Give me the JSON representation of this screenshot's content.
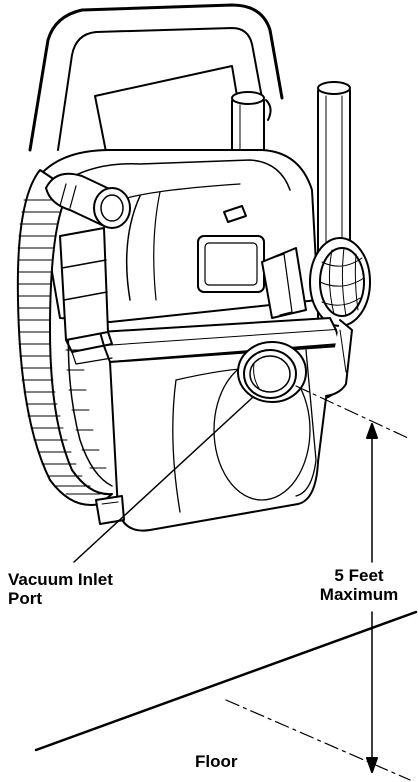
{
  "labels": {
    "inlet_line1": "Vacuum Inlet",
    "inlet_line2": "Port",
    "height_line1": "5 Feet",
    "height_line2": "Maximum",
    "floor": "Floor"
  },
  "colors": {
    "ink": "#000000",
    "paper": "#ffffff",
    "shade": "#e9e9e9"
  },
  "icons": {
    "device": "wall-mounted-vacuum-unit",
    "dimension": "vertical-dimension-arrow"
  }
}
